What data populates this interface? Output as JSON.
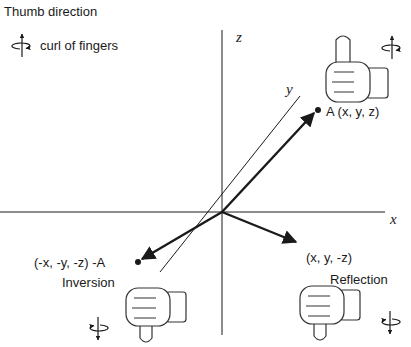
{
  "diagram": {
    "labels": [
      "Thumb direction",
      "curl of fingers",
      "z",
      "y",
      "x",
      "A (x, y, z)",
      "(-x, -y, -z) -A",
      "Inversion",
      "(x, y, -z)",
      "Reflection"
    ]
  }
}
